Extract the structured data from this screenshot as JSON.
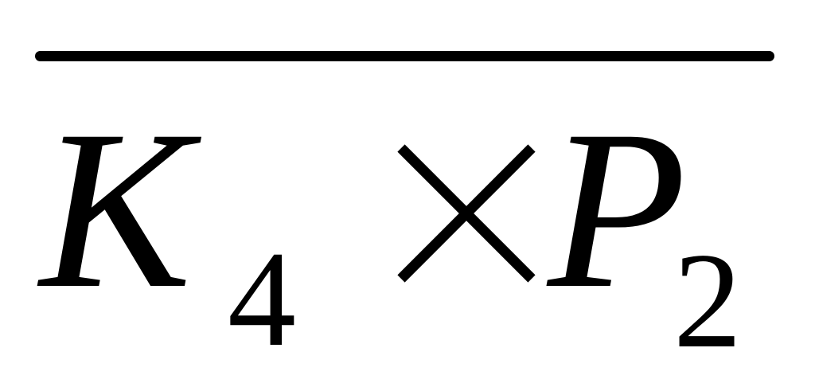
{
  "expression": {
    "base_left": "K",
    "subscript_left": "4",
    "operator": "×",
    "base_right": "P",
    "subscript_right": "2",
    "overline": true
  }
}
